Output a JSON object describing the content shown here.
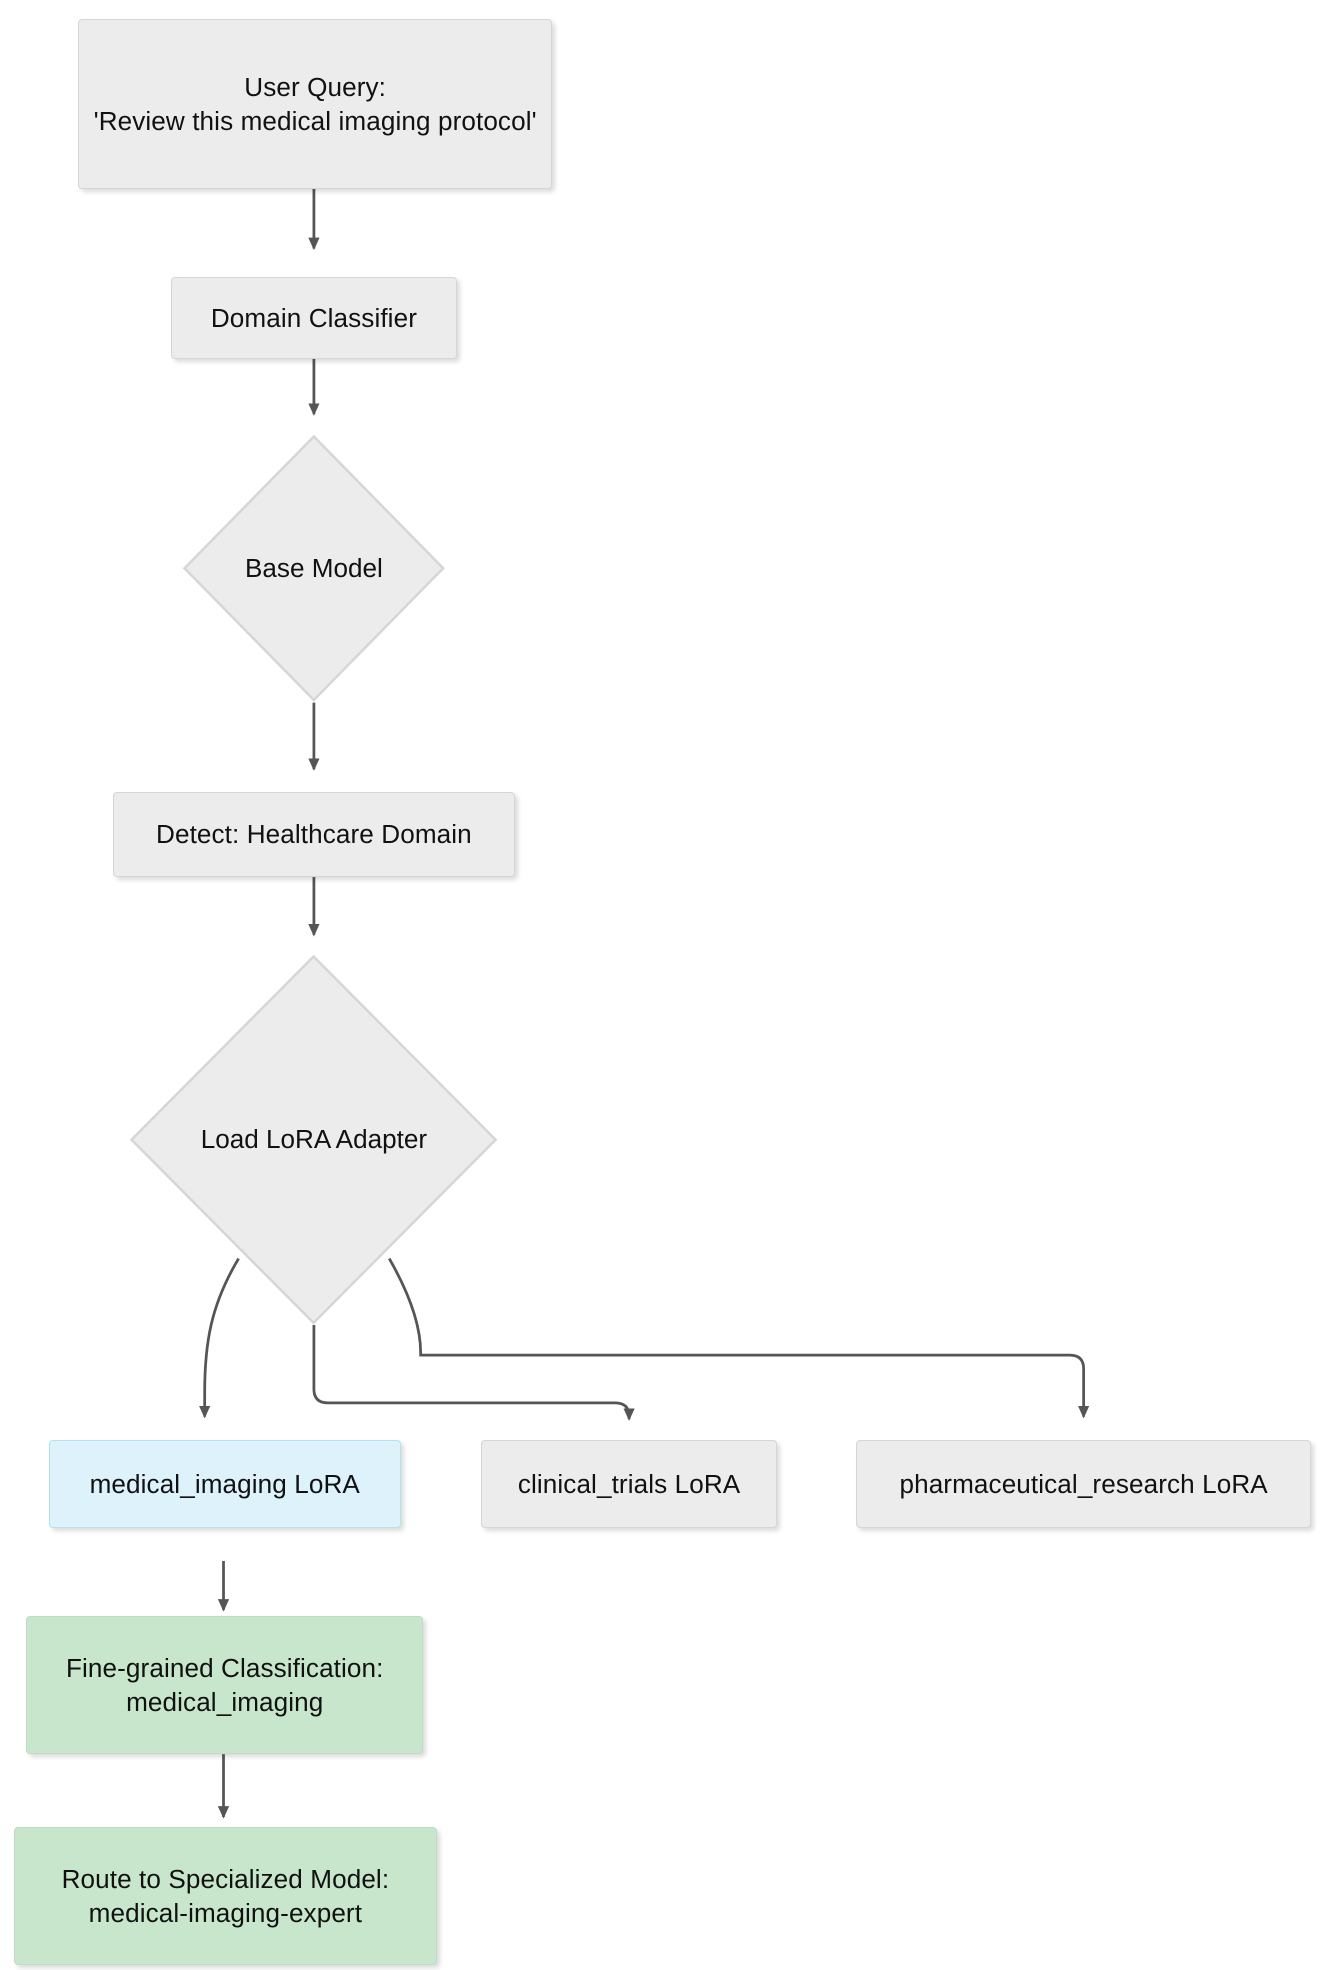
{
  "diagram": {
    "title": "Domain-aware LoRA adapter routing flowchart",
    "type": "flowchart",
    "direction": "top-down",
    "background": "#ffffff",
    "colors": {
      "default_fill": "#ececec",
      "default_stroke": "#d6d6d6",
      "highlight_fill": "#ddf2fb",
      "highlight_stroke": "#b6e1f2",
      "success_fill": "#c8e6cb",
      "success_stroke": "#bfdcc2",
      "edge_stroke": "#555555",
      "text": "#111111"
    }
  },
  "nodes": {
    "user_query": {
      "label": "User Query:\n'Review this medical imaging protocol'",
      "shape": "rect",
      "style": "plain"
    },
    "domain_classifier": {
      "label": "Domain Classifier",
      "shape": "rect",
      "style": "plain"
    },
    "base_model": {
      "label": "Base Model",
      "shape": "diamond",
      "style": "plain"
    },
    "detect_domain": {
      "label": "Detect: Healthcare Domain",
      "shape": "rect",
      "style": "plain"
    },
    "load_lora_adapter": {
      "label": "Load LoRA Adapter",
      "shape": "diamond",
      "style": "plain"
    },
    "medical_imaging_lora": {
      "label": "medical_imaging LoRA",
      "shape": "rect",
      "style": "highlight"
    },
    "clinical_trials_lora": {
      "label": "clinical_trials LoRA",
      "shape": "rect",
      "style": "plain"
    },
    "pharmaceutical_research_lora": {
      "label": "pharmaceutical_research LoRA",
      "shape": "rect",
      "style": "plain"
    },
    "fine_grained_classification": {
      "label": "Fine-grained Classification:\nmedical_imaging",
      "shape": "rect",
      "style": "success"
    },
    "route_to_specialized_model": {
      "label": "Route to Specialized Model:\nmedical-imaging-expert",
      "shape": "rect",
      "style": "success"
    }
  },
  "edges": [
    {
      "from": "user_query",
      "to": "domain_classifier",
      "label": ""
    },
    {
      "from": "domain_classifier",
      "to": "base_model",
      "label": ""
    },
    {
      "from": "base_model",
      "to": "detect_domain",
      "label": ""
    },
    {
      "from": "detect_domain",
      "to": "load_lora_adapter",
      "label": ""
    },
    {
      "from": "load_lora_adapter",
      "to": "medical_imaging_lora",
      "label": ""
    },
    {
      "from": "load_lora_adapter",
      "to": "clinical_trials_lora",
      "label": ""
    },
    {
      "from": "load_lora_adapter",
      "to": "pharmaceutical_research_lora",
      "label": ""
    },
    {
      "from": "medical_imaging_lora",
      "to": "fine_grained_classification",
      "label": ""
    },
    {
      "from": "fine_grained_classification",
      "to": "route_to_specialized_model",
      "label": ""
    }
  ]
}
